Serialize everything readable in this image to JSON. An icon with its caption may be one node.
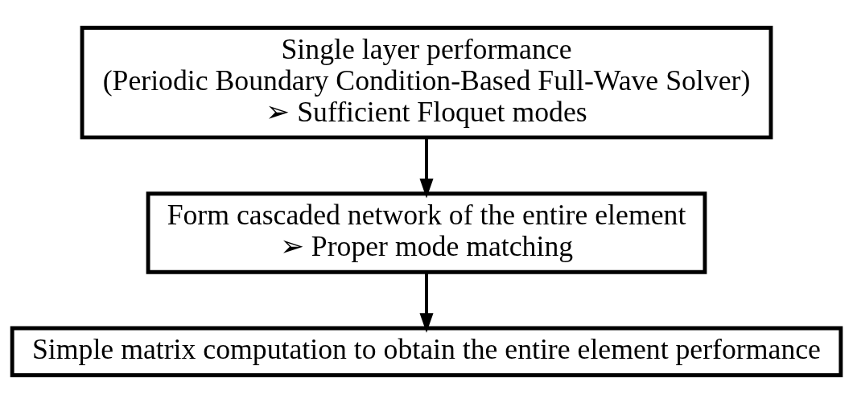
{
  "diagram": {
    "nodes": [
      {
        "text": [
          "Single layer performance",
          "(Periodic Boundary Condition-Based Full-Wave Solver)",
          "➢ Sufficient Floquet modes"
        ]
      },
      {
        "text": [
          "Form cascaded network of the entire element",
          "➢ Proper mode matching"
        ]
      },
      {
        "text": [
          "Simple matrix computation to obtain the entire element performance"
        ]
      }
    ],
    "edges": [
      {
        "from": 0,
        "to": 1,
        "arrow": "to"
      },
      {
        "from": 1,
        "to": 2,
        "arrow": "to"
      }
    ]
  }
}
